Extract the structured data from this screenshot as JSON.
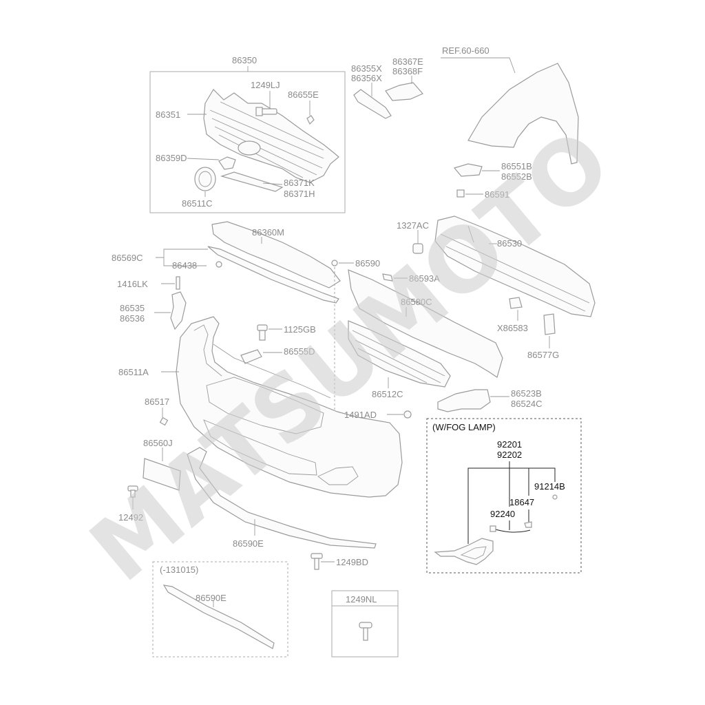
{
  "labels": {
    "l86350": "86350",
    "l1249LJ": "1249LJ",
    "l86655E": "86655E",
    "l86351": "86351",
    "l86359D": "86359D",
    "l86371K": "86371K",
    "l86371H": "86371H",
    "l86511C": "86511C",
    "l86355X": "86355X",
    "l86356X": "86356X",
    "l86367E": "86367E",
    "l86368F": "86368F",
    "lREF": "REF.60-660",
    "l86551B": "86551B",
    "l86552B": "86552B",
    "l86591": "86591",
    "l1327AC": "1327AC",
    "l86530": "86530",
    "l86360M": "86360M",
    "l86569C": "86569C",
    "l86438": "86438",
    "l86590": "86590",
    "l86593A": "86593A",
    "l1416LK": "1416LK",
    "l86580C": "86580C",
    "l86535": "86535",
    "l86536": "86536",
    "lX86583": "X86583",
    "l1125GB": "1125GB",
    "l86577G": "86577G",
    "l86555D": "86555D",
    "l86511A": "86511A",
    "l86512C": "86512C",
    "l86523B": "86523B",
    "l86524C": "86524C",
    "l86517": "86517",
    "l1491AD": "1491AD",
    "l86560J": "86560J",
    "l12492": "12492",
    "l86590E": "86590E",
    "l1249BD": "1249BD",
    "l131015": "(-131015)",
    "l86590E2": "86590E",
    "l1249NL": "1249NL",
    "fogTitle": "(W/FOG LAMP)",
    "l92201": "92201",
    "l92202": "92202",
    "l91214B": "91214B",
    "l18647": "18647",
    "l92240": "92240"
  },
  "watermark": "MATSUMOTO"
}
